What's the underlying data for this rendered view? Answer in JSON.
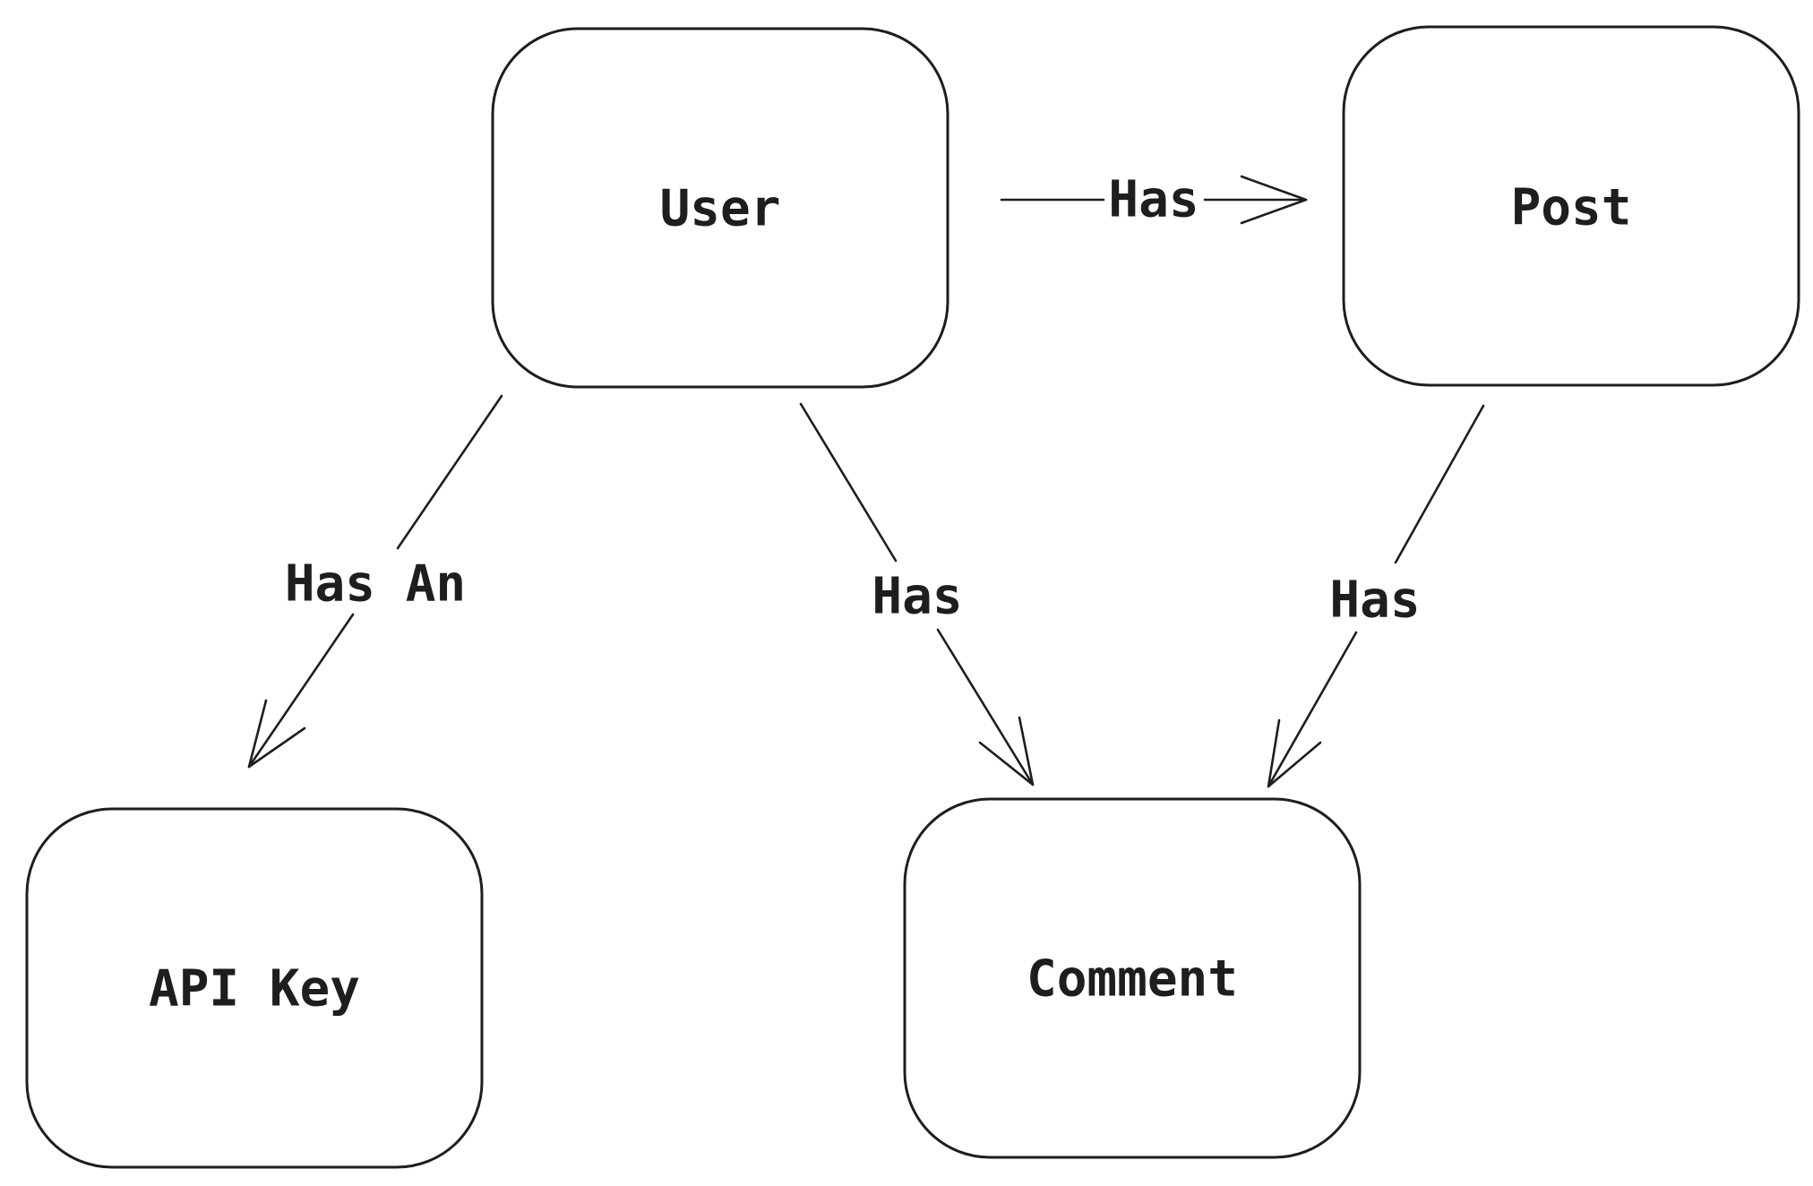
{
  "diagram": {
    "nodes": {
      "user": {
        "label": "User"
      },
      "post": {
        "label": "Post"
      },
      "api_key": {
        "label": "API Key"
      },
      "comment": {
        "label": "Comment"
      }
    },
    "edges": {
      "user_post": {
        "label": "Has",
        "from": "User",
        "to": "Post"
      },
      "user_api_key": {
        "label": "Has An",
        "from": "User",
        "to": "API Key"
      },
      "user_comment": {
        "label": "Has",
        "from": "User",
        "to": "Comment"
      },
      "post_comment": {
        "label": "Has",
        "from": "Post",
        "to": "Comment"
      }
    },
    "colors": {
      "stroke": "#1e1e1e",
      "background": "#ffffff"
    }
  }
}
